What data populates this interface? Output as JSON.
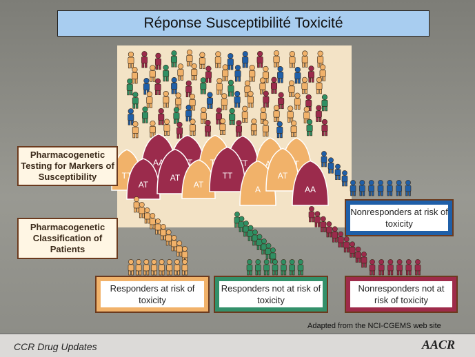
{
  "title": "Réponse Susceptibilité Toxicité",
  "labels": {
    "testing": "Pharmacogenetic Testing for Markers of Susceptibility",
    "classification": "Pharmacogenetic Classification of Patients"
  },
  "genotypes": [
    "TT",
    "AA",
    "AT",
    "AT",
    "AT",
    "TT",
    "AT",
    "TT",
    "TT",
    "AT",
    "A",
    "T",
    "AT",
    "AA"
  ],
  "groups": {
    "responders_toxic": "Responders at risk of toxicity",
    "responders_safe": "Responders not at risk of toxicity",
    "nonresponders_safe": "Nonresponders not at risk of toxicity",
    "nonresponders_toxic": "Nonresponders at risk of toxicity"
  },
  "source": "Adapted from the NCI-CGEMS web site",
  "footer": "CCR Drug Updates",
  "logo": "AACR",
  "colors": {
    "orange": "#f1b26a",
    "green": "#2f8f63",
    "red": "#9b2b4c",
    "blue": "#1f5fa8",
    "panel": "#f3e3c6"
  }
}
